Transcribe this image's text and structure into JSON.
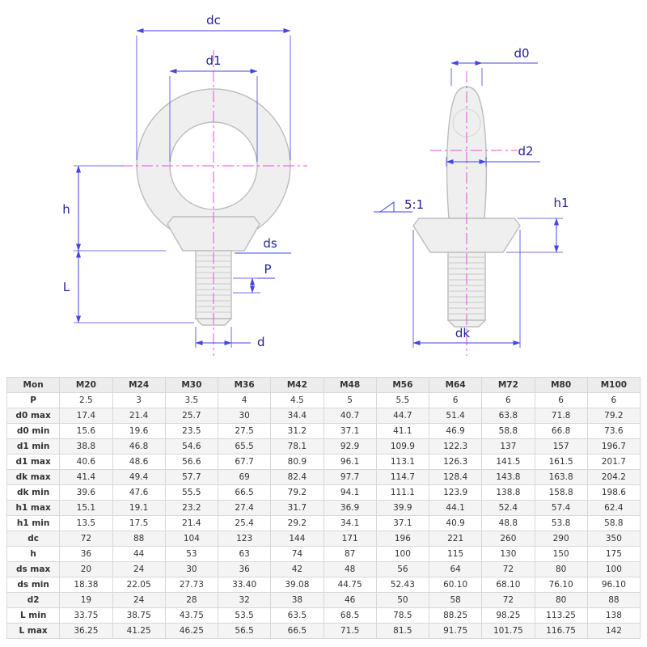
{
  "drawing": {
    "labels": {
      "dc": "dc",
      "d1": "d1",
      "h": "h",
      "L": "L",
      "ds": "ds",
      "P": "P",
      "d": "d",
      "d0": "d0",
      "d2": "d2",
      "h1": "h1",
      "dk": "dk",
      "scale": "5:1"
    },
    "colors": {
      "dimension": "#4545e6",
      "dimtext": "#222299",
      "centerline": "#e64fe0",
      "outline": "#bdbdbd"
    }
  },
  "table": {
    "columns": [
      "Mon",
      "M20",
      "M24",
      "M30",
      "M36",
      "M42",
      "M48",
      "M56",
      "M64",
      "M72",
      "M80",
      "M100"
    ],
    "rows": [
      {
        "label": "P",
        "values": [
          "2.5",
          "3",
          "3.5",
          "4",
          "4.5",
          "5",
          "5.5",
          "6",
          "6",
          "6",
          "6"
        ]
      },
      {
        "label": "d0 max",
        "values": [
          "17.4",
          "21.4",
          "25.7",
          "30",
          "34.4",
          "40.7",
          "44.7",
          "51.4",
          "63.8",
          "71.8",
          "79.2"
        ]
      },
      {
        "label": "d0 min",
        "values": [
          "15.6",
          "19.6",
          "23.5",
          "27.5",
          "31.2",
          "37.1",
          "41.1",
          "46.9",
          "58.8",
          "66.8",
          "73.6"
        ]
      },
      {
        "label": "d1 min",
        "values": [
          "38.8",
          "46.8",
          "54.6",
          "65.5",
          "78.1",
          "92.9",
          "109.9",
          "122.3",
          "137",
          "157",
          "196.7"
        ]
      },
      {
        "label": "d1 max",
        "values": [
          "40.6",
          "48.6",
          "56.6",
          "67.7",
          "80.9",
          "96.1",
          "113.1",
          "126.3",
          "141.5",
          "161.5",
          "201.7"
        ]
      },
      {
        "label": "dk max",
        "values": [
          "41.4",
          "49.4",
          "57.7",
          "69",
          "82.4",
          "97.7",
          "114.7",
          "128.4",
          "143.8",
          "163.8",
          "204.2"
        ]
      },
      {
        "label": "dk min",
        "values": [
          "39.6",
          "47.6",
          "55.5",
          "66.5",
          "79.2",
          "94.1",
          "111.1",
          "123.9",
          "138.8",
          "158.8",
          "198.6"
        ]
      },
      {
        "label": "h1 max",
        "values": [
          "15.1",
          "19.1",
          "23.2",
          "27.4",
          "31.7",
          "36.9",
          "39.9",
          "44.1",
          "52.4",
          "57.4",
          "62.4"
        ]
      },
      {
        "label": "h1 min",
        "values": [
          "13.5",
          "17.5",
          "21.4",
          "25.4",
          "29.2",
          "34.1",
          "37.1",
          "40.9",
          "48.8",
          "53.8",
          "58.8"
        ]
      },
      {
        "label": "dc",
        "values": [
          "72",
          "88",
          "104",
          "123",
          "144",
          "171",
          "196",
          "221",
          "260",
          "290",
          "350"
        ]
      },
      {
        "label": "h",
        "values": [
          "36",
          "44",
          "53",
          "63",
          "74",
          "87",
          "100",
          "115",
          "130",
          "150",
          "175"
        ]
      },
      {
        "label": "ds max",
        "values": [
          "20",
          "24",
          "30",
          "36",
          "42",
          "48",
          "56",
          "64",
          "72",
          "80",
          "100"
        ]
      },
      {
        "label": "ds min",
        "values": [
          "18.38",
          "22.05",
          "27.73",
          "33.40",
          "39.08",
          "44.75",
          "52.43",
          "60.10",
          "68.10",
          "76.10",
          "96.10"
        ]
      },
      {
        "label": "d2",
        "values": [
          "19",
          "24",
          "28",
          "32",
          "38",
          "46",
          "50",
          "58",
          "72",
          "80",
          "88"
        ]
      },
      {
        "label": "L min",
        "values": [
          "33.75",
          "38.75",
          "43.75",
          "53.5",
          "63.5",
          "68.5",
          "78.5",
          "88.25",
          "98.25",
          "113.25",
          "138"
        ]
      },
      {
        "label": "L max",
        "values": [
          "36.25",
          "41.25",
          "46.25",
          "56.5",
          "66.5",
          "71.5",
          "81.5",
          "91.75",
          "101.75",
          "116.75",
          "142"
        ]
      }
    ]
  }
}
